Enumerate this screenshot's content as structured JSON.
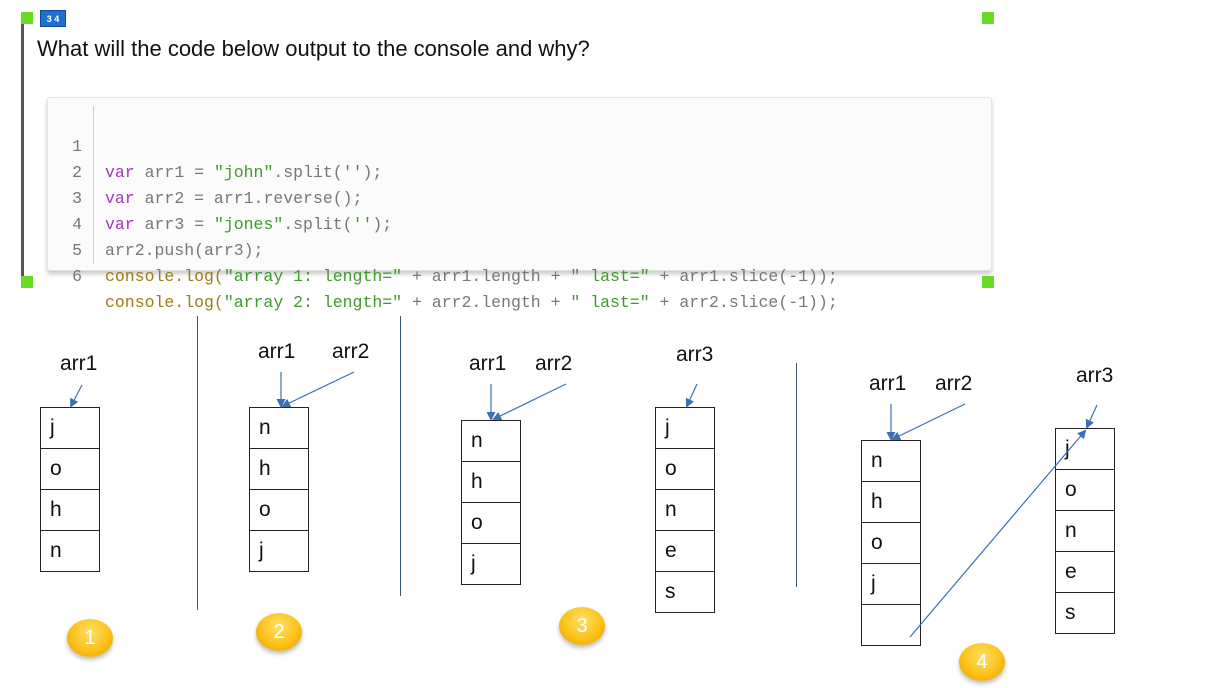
{
  "question": "What will the code below output to the console and why?",
  "app_icon_text": "3 4",
  "code": {
    "line_numbers": [
      "1",
      "2",
      "3",
      "4",
      "5",
      "6"
    ],
    "l1": {
      "kw": "var",
      "a": " arr1 = ",
      "s": "\"john\"",
      "b": ".split(",
      "s2": "''",
      "c": ");"
    },
    "l2": {
      "kw": "var",
      "a": " arr2 = arr1.reverse();"
    },
    "l3": {
      "kw": "var",
      "a": " arr3 = ",
      "s": "\"jones\"",
      "b": ".split(",
      "s2": "''",
      "c": ");"
    },
    "l4": {
      "a": "arr2.push(arr3);"
    },
    "l5": {
      "fn": "console.log(",
      "s": "\"array 1: length=\"",
      "a": " + arr1.length + ",
      "s2": "\" last=\"",
      "b": " + arr1.slice(-1));"
    },
    "l6": {
      "fn": "console.log(",
      "s": "\"array 2: length=\"",
      "a": " + arr2.length + ",
      "s2": "\" last=\"",
      "b": " + arr2.slice(-1));"
    }
  },
  "panels": {
    "p1": {
      "labels": [
        "arr1"
      ],
      "cells": [
        "j",
        "o",
        "h",
        "n"
      ],
      "badge": "1"
    },
    "p2": {
      "labels": [
        "arr1",
        "arr2"
      ],
      "cells": [
        "n",
        "h",
        "o",
        "j"
      ],
      "badge": "2"
    },
    "p3": {
      "labels": [
        "arr1",
        "arr2",
        "arr3"
      ],
      "cells_a": [
        "n",
        "h",
        "o",
        "j"
      ],
      "cells_b": [
        "j",
        "o",
        "n",
        "e",
        "s"
      ],
      "badge": "3"
    },
    "p4": {
      "labels": [
        "arr1",
        "arr2",
        "arr3"
      ],
      "cells_a": [
        "n",
        "h",
        "o",
        "j",
        ""
      ],
      "cells_b": [
        "j",
        "o",
        "n",
        "e",
        "s"
      ],
      "badge": "4"
    }
  },
  "colors": {
    "arrow": "#3b6fb6",
    "divider": "#3a5b7c",
    "handle": "#66dd22",
    "badge": "#fbc21a"
  }
}
